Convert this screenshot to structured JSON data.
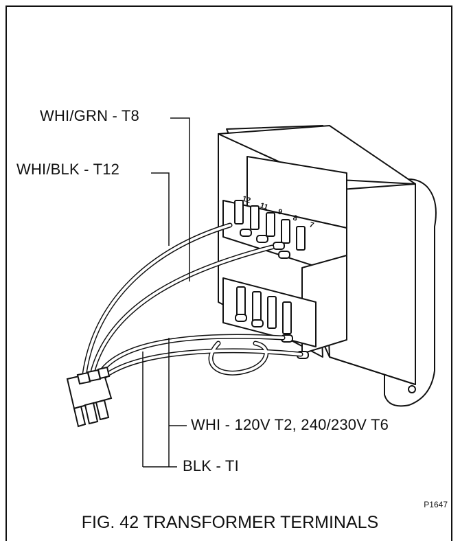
{
  "figure": {
    "caption": "FIG. 42 TRANSFORMER TERMINALS",
    "code": "P1647"
  },
  "callouts": [
    {
      "label": "WHI/GRN - T8"
    },
    {
      "label": "WHI/BLK - T12"
    },
    {
      "label": "WHI - 120V T2, 240/230V T6"
    },
    {
      "label": "BLK - TI"
    }
  ],
  "terminal_numbers": [
    "12",
    "11",
    "9",
    "8",
    "7"
  ]
}
